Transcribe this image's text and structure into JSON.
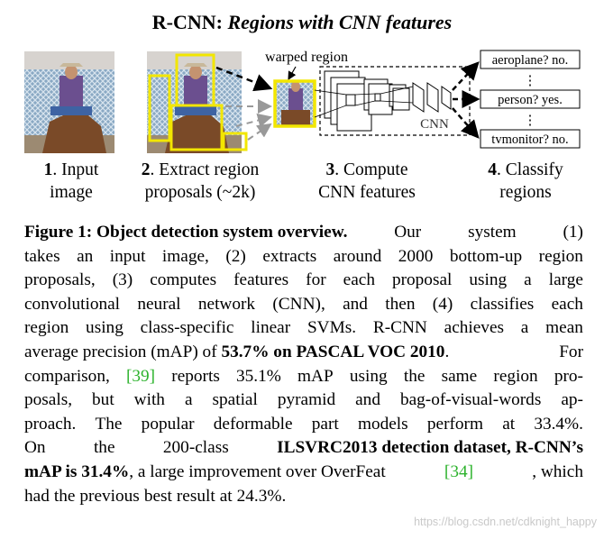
{
  "title": {
    "main": "R-CNN: ",
    "italic": "Regions with CNN features"
  },
  "diagram": {
    "warped_label": "warped region",
    "cnn_label": "CNN",
    "outputs": [
      "aeroplane? no.",
      "person? yes.",
      "tvmonitor? no."
    ],
    "ellipsis": "⋮",
    "highlight_color": "#f2e600"
  },
  "steps": [
    {
      "num": "1",
      "line1": ". Input",
      "line2": "image"
    },
    {
      "num": "2",
      "line1": ". Extract region",
      "line2": "proposals (~2k)"
    },
    {
      "num": "3",
      "line1": ". Compute",
      "line2": "CNN features"
    },
    {
      "num": "4",
      "line1": ". Classify",
      "line2": "regions"
    }
  ],
  "caption": {
    "label": "Figure 1: Object detection system overview.",
    "lines": [
      [
        "Our",
        "system",
        "(1)"
      ],
      [
        "takes",
        "an",
        "input",
        "image,",
        "(2)",
        "extracts",
        "around",
        "2000",
        "bottom-up",
        "region"
      ],
      [
        "proposals,",
        "(3)",
        "computes",
        "features",
        "for",
        "each",
        "proposal",
        "using",
        "a",
        "large"
      ],
      [
        "convolutional",
        "neural",
        "network",
        "(CNN),",
        "and",
        "then",
        "(4)",
        "classifies",
        "each"
      ],
      [
        "region",
        "using",
        "class-specific",
        "linear",
        "SVMs.",
        "R-CNN",
        "achieves",
        "a",
        "mean"
      ],
      [
        "average precision (mAP) of",
        "53.7% on PASCAL VOC 2010",
        ".",
        "For"
      ],
      [
        "comparison,",
        "[39]",
        "reports",
        "35.1%",
        "mAP",
        "using",
        "the",
        "same",
        "region",
        "pro-"
      ],
      [
        "posals,",
        "but",
        "with",
        "a",
        "spatial",
        "pyramid",
        "and",
        "bag-of-visual-words",
        "ap-"
      ],
      [
        "proach.",
        "The",
        "popular",
        "deformable",
        "part",
        "models",
        "perform",
        "at",
        "33.4%."
      ],
      [
        "On",
        "the",
        "200-class",
        "ILSVRC2013 detection dataset, R-CNN’s"
      ],
      [
        "mAP is 31.4%",
        ", a large improvement over OverFeat",
        "[34]",
        ", which"
      ],
      [
        "had",
        "the",
        "previous",
        "best",
        "result",
        "at",
        "24.3%."
      ]
    ],
    "ref_color": "#2db32d"
  },
  "watermark": "https://blog.csdn.net/cdknight_happy"
}
